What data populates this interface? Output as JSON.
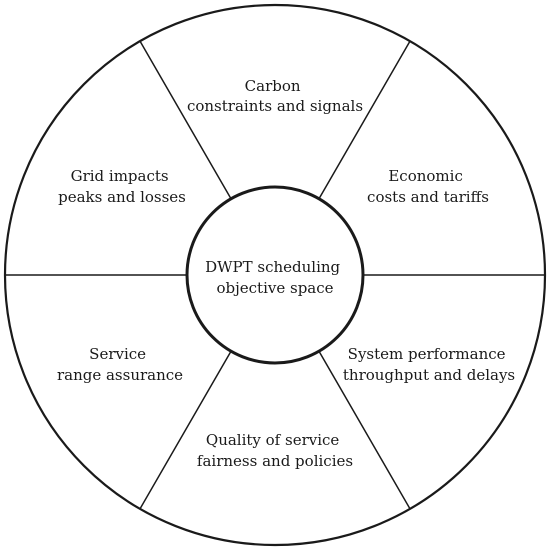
{
  "center": {
    "line1": "DWPT scheduling",
    "line2": "objective space"
  },
  "sectors": [
    {
      "line1": "Carbon",
      "line2": "constraints and signals"
    },
    {
      "line1": "Economic",
      "line2": "costs and tariffs"
    },
    {
      "line1": "System performance",
      "line2": "throughput and delays"
    },
    {
      "line1": "Quality of service",
      "line2": "fairness and policies"
    },
    {
      "line1": "Service",
      "line2": "range assurance"
    },
    {
      "line1": "Grid impacts",
      "line2": "peaks and losses"
    }
  ],
  "colors": {
    "stroke": "#1a1a1a",
    "fill": "#ffffff"
  }
}
